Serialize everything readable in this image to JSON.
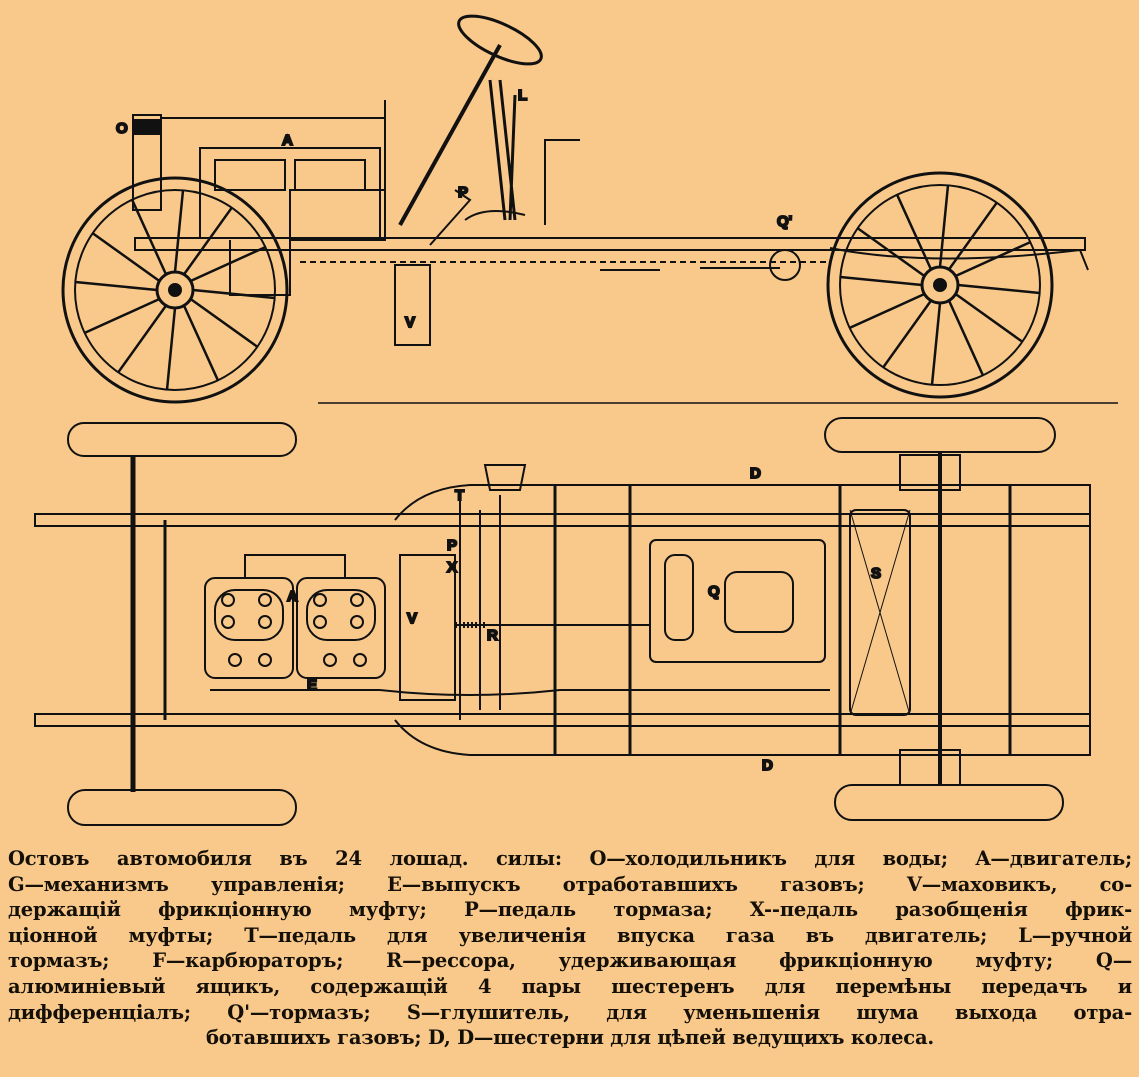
{
  "figure": {
    "side_view_labels": [
      "O",
      "A",
      "L",
      "P",
      "Q'",
      "V"
    ],
    "top_view_labels": [
      "D",
      "T",
      "P",
      "X",
      "A",
      "V",
      "E",
      "R",
      "Q",
      "S",
      "D"
    ]
  },
  "caption": {
    "lines": [
      "Остовъ автомобиля въ 24 лошад. силы: O—холодильникъ для воды; A—двигатель;",
      "G—механизмъ управленія; E—выпускъ отработавшихъ газовъ; V—маховикъ, со-",
      "держащій фрикціонную муфту; P—педаль тормаза;  X--педаль разобщенія фрик-",
      "ціонной муфты; T—педаль для увеличенія впуска газа въ двигатель; L—ручной",
      "тормазъ;  F—карбюраторъ; R—рессора, удерживающая фрикціонную муфту;  Q—",
      "алюминіевый ящикъ,  содержащій  4 пары шестеренъ  для перемѣны передачъ  и",
      "дифференціалъ; Q'—тормазъ;  S—глушитель, для уменьшенія шума выхода отра-",
      "ботавшихъ газовъ; D, D—шестерни для цѣпей ведущихъ колеса."
    ]
  },
  "colors": {
    "paper": "#f9c98c",
    "ink": "#141008"
  }
}
